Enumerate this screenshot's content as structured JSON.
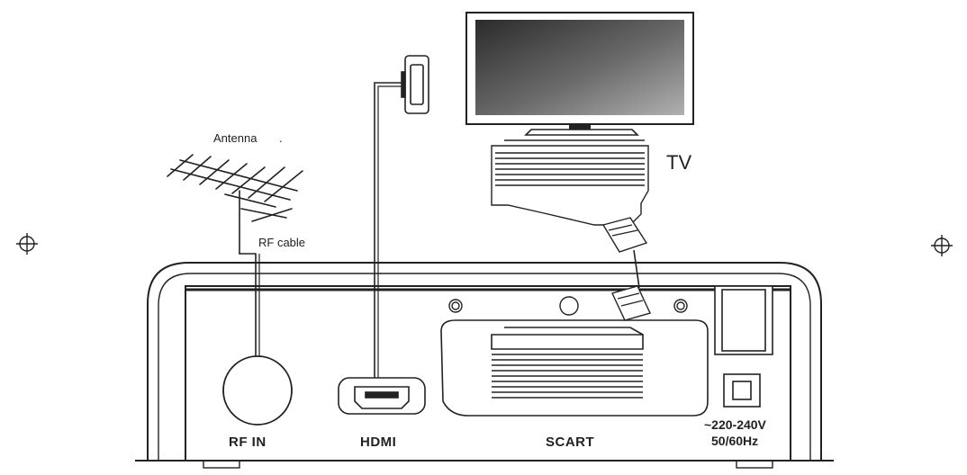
{
  "labels": {
    "antenna": "Antenna",
    "antenna_dot": ".",
    "rf_cable": "RF cable",
    "tv": "TV",
    "rf_in": "RF IN",
    "hdmi": "HDMI",
    "scart": "SCART",
    "power_voltage": "~220-240V",
    "power_freq": "50/60Hz"
  },
  "icons": {
    "registration_mark": "crosshair-circle-icon",
    "antenna": "yagi-antenna-icon",
    "tv": "flat-screen-tv-icon",
    "hdmi_plug": "hdmi-plug-icon",
    "scart_plug": "scart-plug-icon"
  },
  "colors": {
    "line": "#222222",
    "screen_dark": "#3a3a3a",
    "screen_light": "#9a9a9a",
    "background": "#ffffff"
  }
}
